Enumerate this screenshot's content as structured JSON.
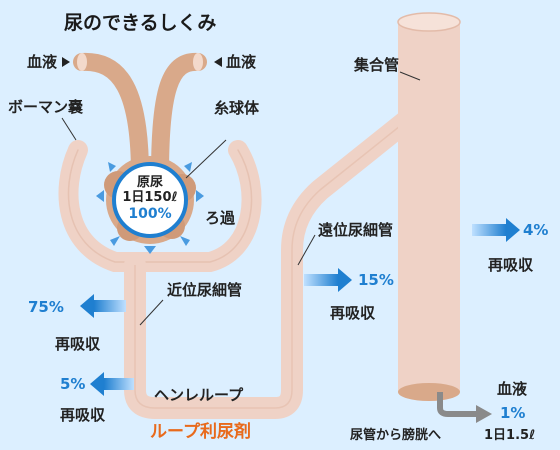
{
  "title": "尿のできるしくみ",
  "labels": {
    "blood_in": "血液",
    "blood_out": "血液",
    "bowman": "ボーマン嚢",
    "glomerulus": "糸球体",
    "filtration": "ろ過",
    "collecting_duct": "集合管",
    "distal": "遠位尿細管",
    "proximal": "近位尿細管",
    "henle": "ヘンレループ",
    "loop_diuretic": "ループ利尿剤",
    "blood_bottom": "血液",
    "to_bladder": "尿管から膀胱へ",
    "per_day": "1日1.5ℓ"
  },
  "primary_urine": {
    "line1": "原尿",
    "line2": "1日150ℓ",
    "line3": "100%"
  },
  "reabsorption": {
    "label": "再吸収",
    "proximal_pct": "75%",
    "henle_pct": "5%",
    "distal_pct": "15%",
    "collecting_pct": "4%",
    "final_pct": "1%"
  },
  "colors": {
    "background": "#dcefff",
    "tubule": "#efd2c6",
    "tubule_edge": "#e3bba9",
    "vessel": "#d9a98a",
    "arrow_blue": "#1f7fd0",
    "accent_orange": "#e86a1c"
  }
}
